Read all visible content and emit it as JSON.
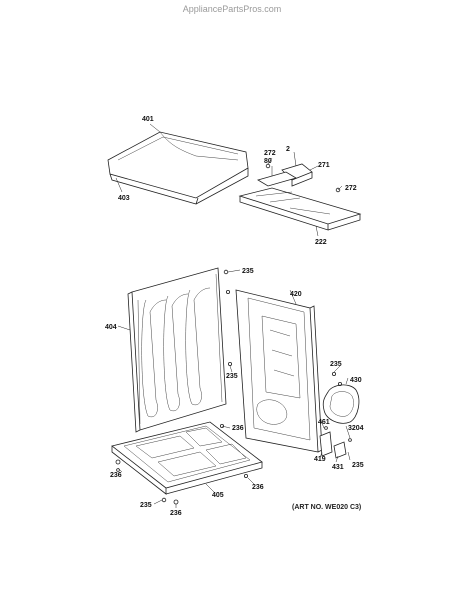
{
  "watermark": "AppliancePartsPros.com",
  "art_number": "(ART NO. WE020 C3)",
  "callouts": {
    "top_panel": "401",
    "top_panel_lower": "403",
    "screw_272_a": "272",
    "part_80": "80",
    "part_2": "2",
    "part_271": "271",
    "screw_272_b": "272",
    "rail_222": "222",
    "screw_235_top": "235",
    "rear_panel_420": "420",
    "side_panel_404": "404",
    "screw_235_mid": "235",
    "screw_235_right": "235",
    "cover_430": "430",
    "screw_236_mid": "236",
    "part_461": "461",
    "part_3204": "3204",
    "part_419": "419",
    "part_431": "431",
    "screw_235_lower_right": "235",
    "screw_236_left": "236",
    "base_405": "405",
    "screw_236_right": "236",
    "screw_235_bottom": "235",
    "screw_236_bottom": "236"
  }
}
